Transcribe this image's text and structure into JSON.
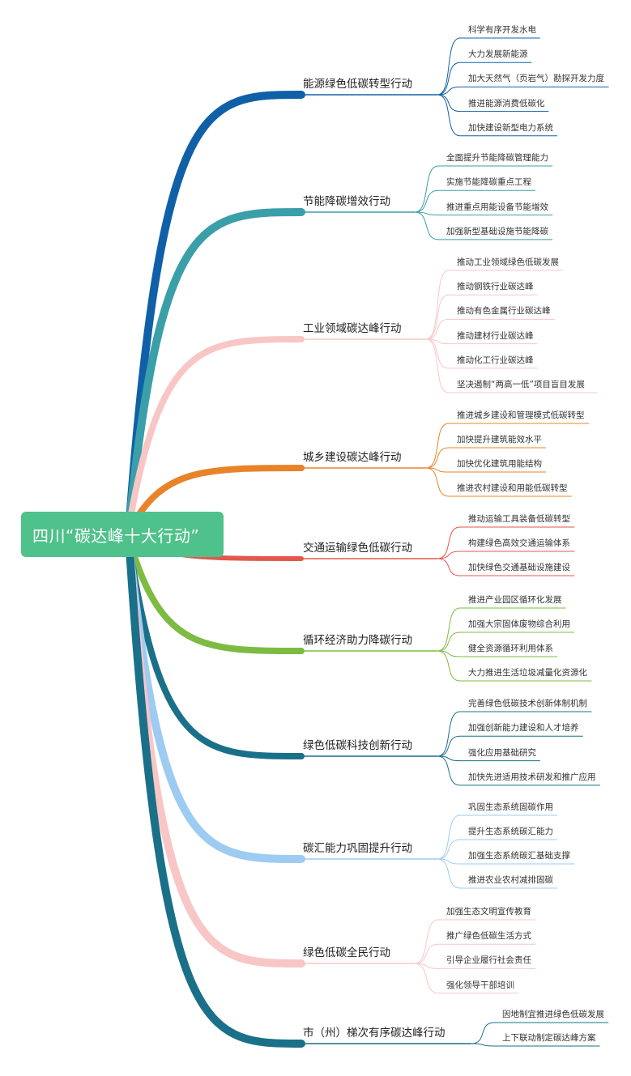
{
  "root": {
    "label": "四川“碳达峰十大行动”",
    "color": "#4fc18a"
  },
  "branches": [
    {
      "label": "能源绿色低碳转型行动",
      "color": "#1060a8",
      "children": [
        "科学有序开发水电",
        "大力发展新能源",
        "加大天然气（页岩气）勘探开发力度",
        "推进能源消费低碳化",
        "加快建设新型电力系统"
      ]
    },
    {
      "label": "节能降碳增效行动",
      "color": "#3a9fa8",
      "children": [
        "全面提升节能降碳管理能力",
        "实施节能降碳重点工程",
        "推进重点用能设备节能增效",
        "加强新型基础设施节能降碳"
      ]
    },
    {
      "label": "工业领域碳达峰行动",
      "color": "#f9c6c6",
      "children": [
        "推动工业领域绿色低碳发展",
        "推动钢铁行业碳达峰",
        "推动有色金属行业碳达峰",
        "推动建材行业碳达峰",
        "推动化工行业碳达峰",
        "坚决遏制“两高一低”项目盲目发展"
      ]
    },
    {
      "label": "城乡建设碳达峰行动",
      "color": "#e8832a",
      "children": [
        "推进城乡建设和管理模式低碳转型",
        "加快提升建筑能效水平",
        "加快优化建筑用能结构",
        "推进农村建设和用能低碳转型"
      ]
    },
    {
      "label": "交通运输绿色低碳行动",
      "color": "#e2584c",
      "children": [
        "推动运输工具装备低碳转型",
        "构建绿色高效交通运输体系",
        "加快绿色交通基础设施建设"
      ]
    },
    {
      "label": "循环经济助力降碳行动",
      "color": "#7dbb42",
      "children": [
        "推进产业园区循环化发展",
        "加强大宗固体废物综合利用",
        "健全资源循环利用体系",
        "大力推进生活垃圾减量化资源化"
      ]
    },
    {
      "label": "绿色低碳科技创新行动",
      "color": "#1a7088",
      "children": [
        "完善绿色低碳技术创新体制机制",
        "加强创新能力建设和人才培养",
        "强化应用基础研究",
        "加快先进适用技术研发和推广应用"
      ]
    },
    {
      "label": "碳汇能力巩固提升行动",
      "color": "#9ecbf2",
      "children": [
        "巩固生态系统固碳作用",
        "提升生态系统碳汇能力",
        "加强生态系统碳汇基础支撑",
        "推进农业农村减排固碳"
      ]
    },
    {
      "label": "绿色低碳全民行动",
      "color": "#f9c6c6",
      "children": [
        "加强生态文明宣传教育",
        "推广绿色低碳生活方式",
        "引导企业履行社会责任",
        "强化领导干部培训"
      ]
    },
    {
      "label": "市（州）梯次有序碳达峰行动",
      "color": "#1a7088",
      "children": [
        "因地制宜推进绿色低碳发展",
        "上下联动制定碳达峰方案"
      ]
    }
  ]
}
